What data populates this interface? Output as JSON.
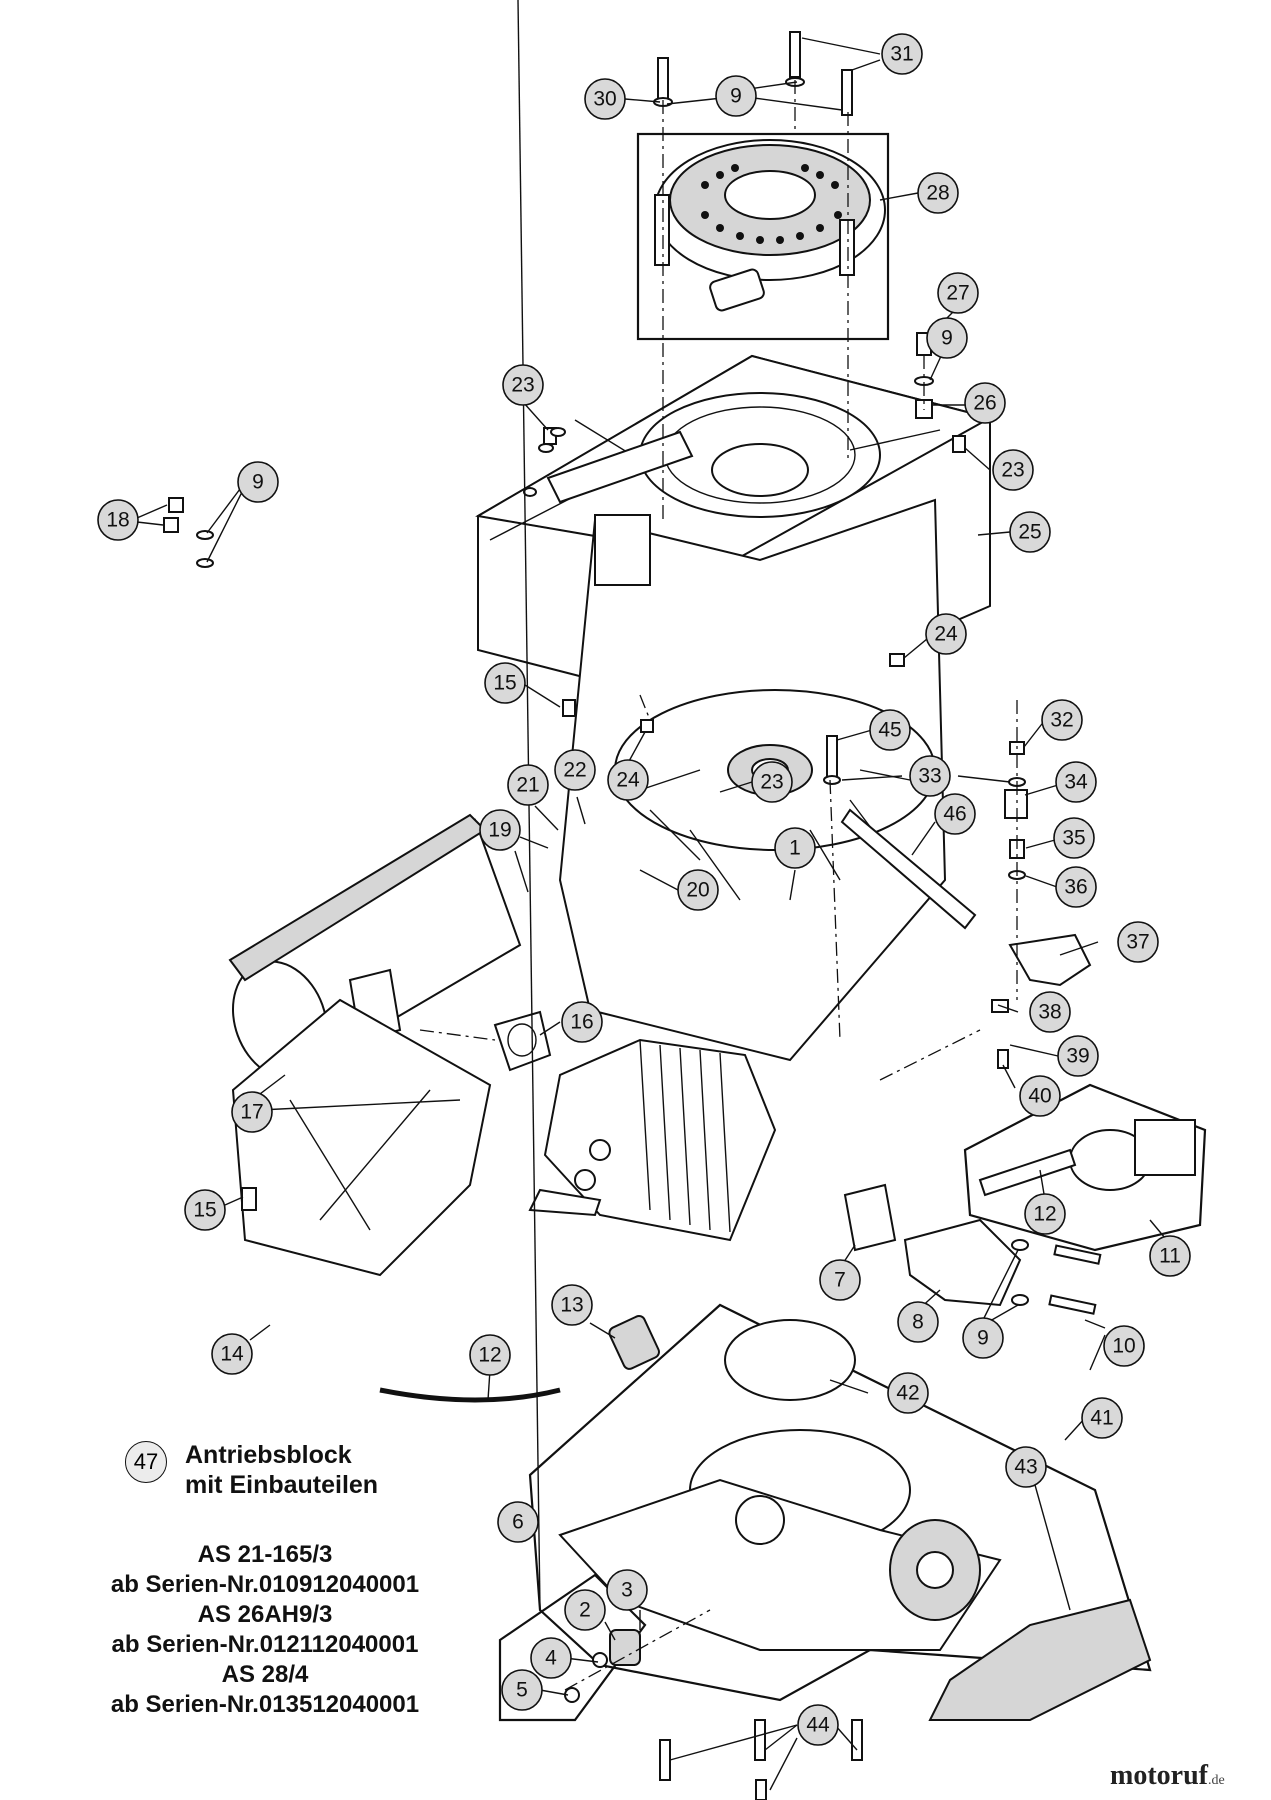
{
  "callouts": [
    "1",
    "2",
    "3",
    "4",
    "5",
    "6",
    "7",
    "8",
    "9",
    "10",
    "11",
    "12",
    "13",
    "14",
    "15",
    "16",
    "17",
    "18",
    "19",
    "20",
    "21",
    "22",
    "23",
    "24",
    "25",
    "26",
    "27",
    "28",
    "30",
    "31",
    "32",
    "33",
    "34",
    "35",
    "36",
    "37",
    "38",
    "39",
    "40",
    "41",
    "42",
    "43",
    "44",
    "45",
    "46"
  ],
  "assembly": {
    "number": "47",
    "label_line1": "Antriebsblock",
    "label_line2": "mit Einbauteilen"
  },
  "models": [
    "AS 21-165/3",
    "ab Serien-Nr.010912040001",
    "AS 26AH9/3",
    "ab Serien-Nr.012112040001",
    "AS 28/4",
    "ab Serien-Nr.013512040001"
  ],
  "brand": {
    "name": "motoruf",
    "domain": ".de"
  }
}
